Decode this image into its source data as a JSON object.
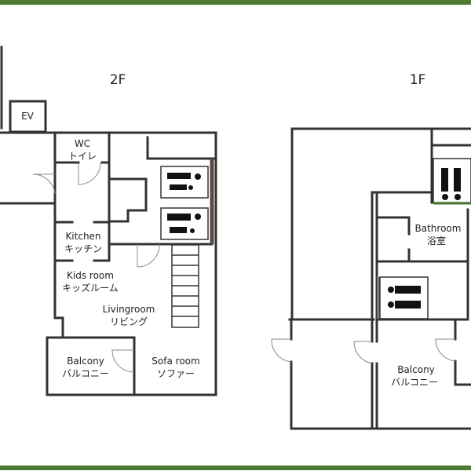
{
  "colors": {
    "frame": "#4e7a32",
    "wall": "#333333"
  },
  "floor_2f": {
    "title": "2F",
    "ev": "EV",
    "wc": {
      "en": "WC",
      "ja": "トイレ"
    },
    "kitchen": {
      "en": "Kitchen",
      "ja": "キッチン"
    },
    "kids_room": {
      "en": "Kids room",
      "ja": "キッズルーム"
    },
    "living_room": {
      "en": "Livingroom",
      "ja": "リビング"
    },
    "balcony": {
      "en": "Balcony",
      "ja": "バルコニー"
    },
    "sofa_room": {
      "en": "Sofa room",
      "ja": "ソファー"
    }
  },
  "floor_1f": {
    "title": "1F",
    "bathroom": {
      "en": "Bathroom",
      "ja": "浴室"
    },
    "balcony": {
      "en": "Balcony",
      "ja": "バルコニー"
    }
  }
}
